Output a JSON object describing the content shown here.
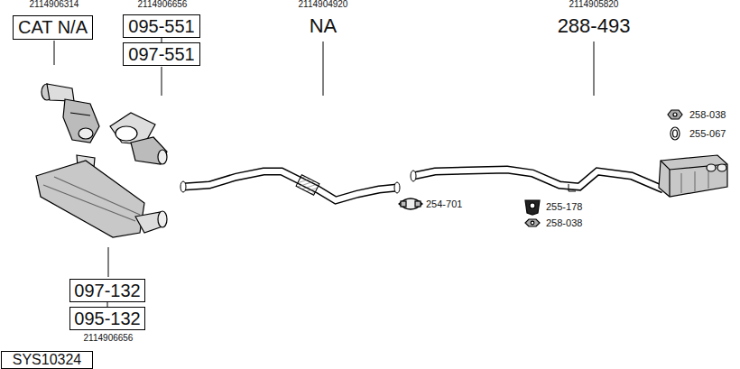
{
  "diagram": {
    "nodes": [
      {
        "text": [
          "CAT N/A"
        ]
      },
      {
        "text": [
          "095-551"
        ]
      },
      {
        "text": [
          "097-551"
        ]
      },
      {
        "text": [
          "097-132"
        ]
      },
      {
        "text": [
          "095-132"
        ]
      },
      {
        "text": [
          "SYS10324"
        ]
      }
    ],
    "edges": [
      {
        "from": 1,
        "to": 2,
        "arrow": "none"
      },
      {
        "from": 3,
        "to": 4,
        "arrow": "none"
      }
    ],
    "labels": [
      "2114906314",
      "2114906656",
      "2114904920",
      "NA",
      "2114905820",
      "288-493",
      "258-038",
      "255-067",
      "254-701",
      "255-178",
      "258-038",
      "2114906656"
    ]
  }
}
